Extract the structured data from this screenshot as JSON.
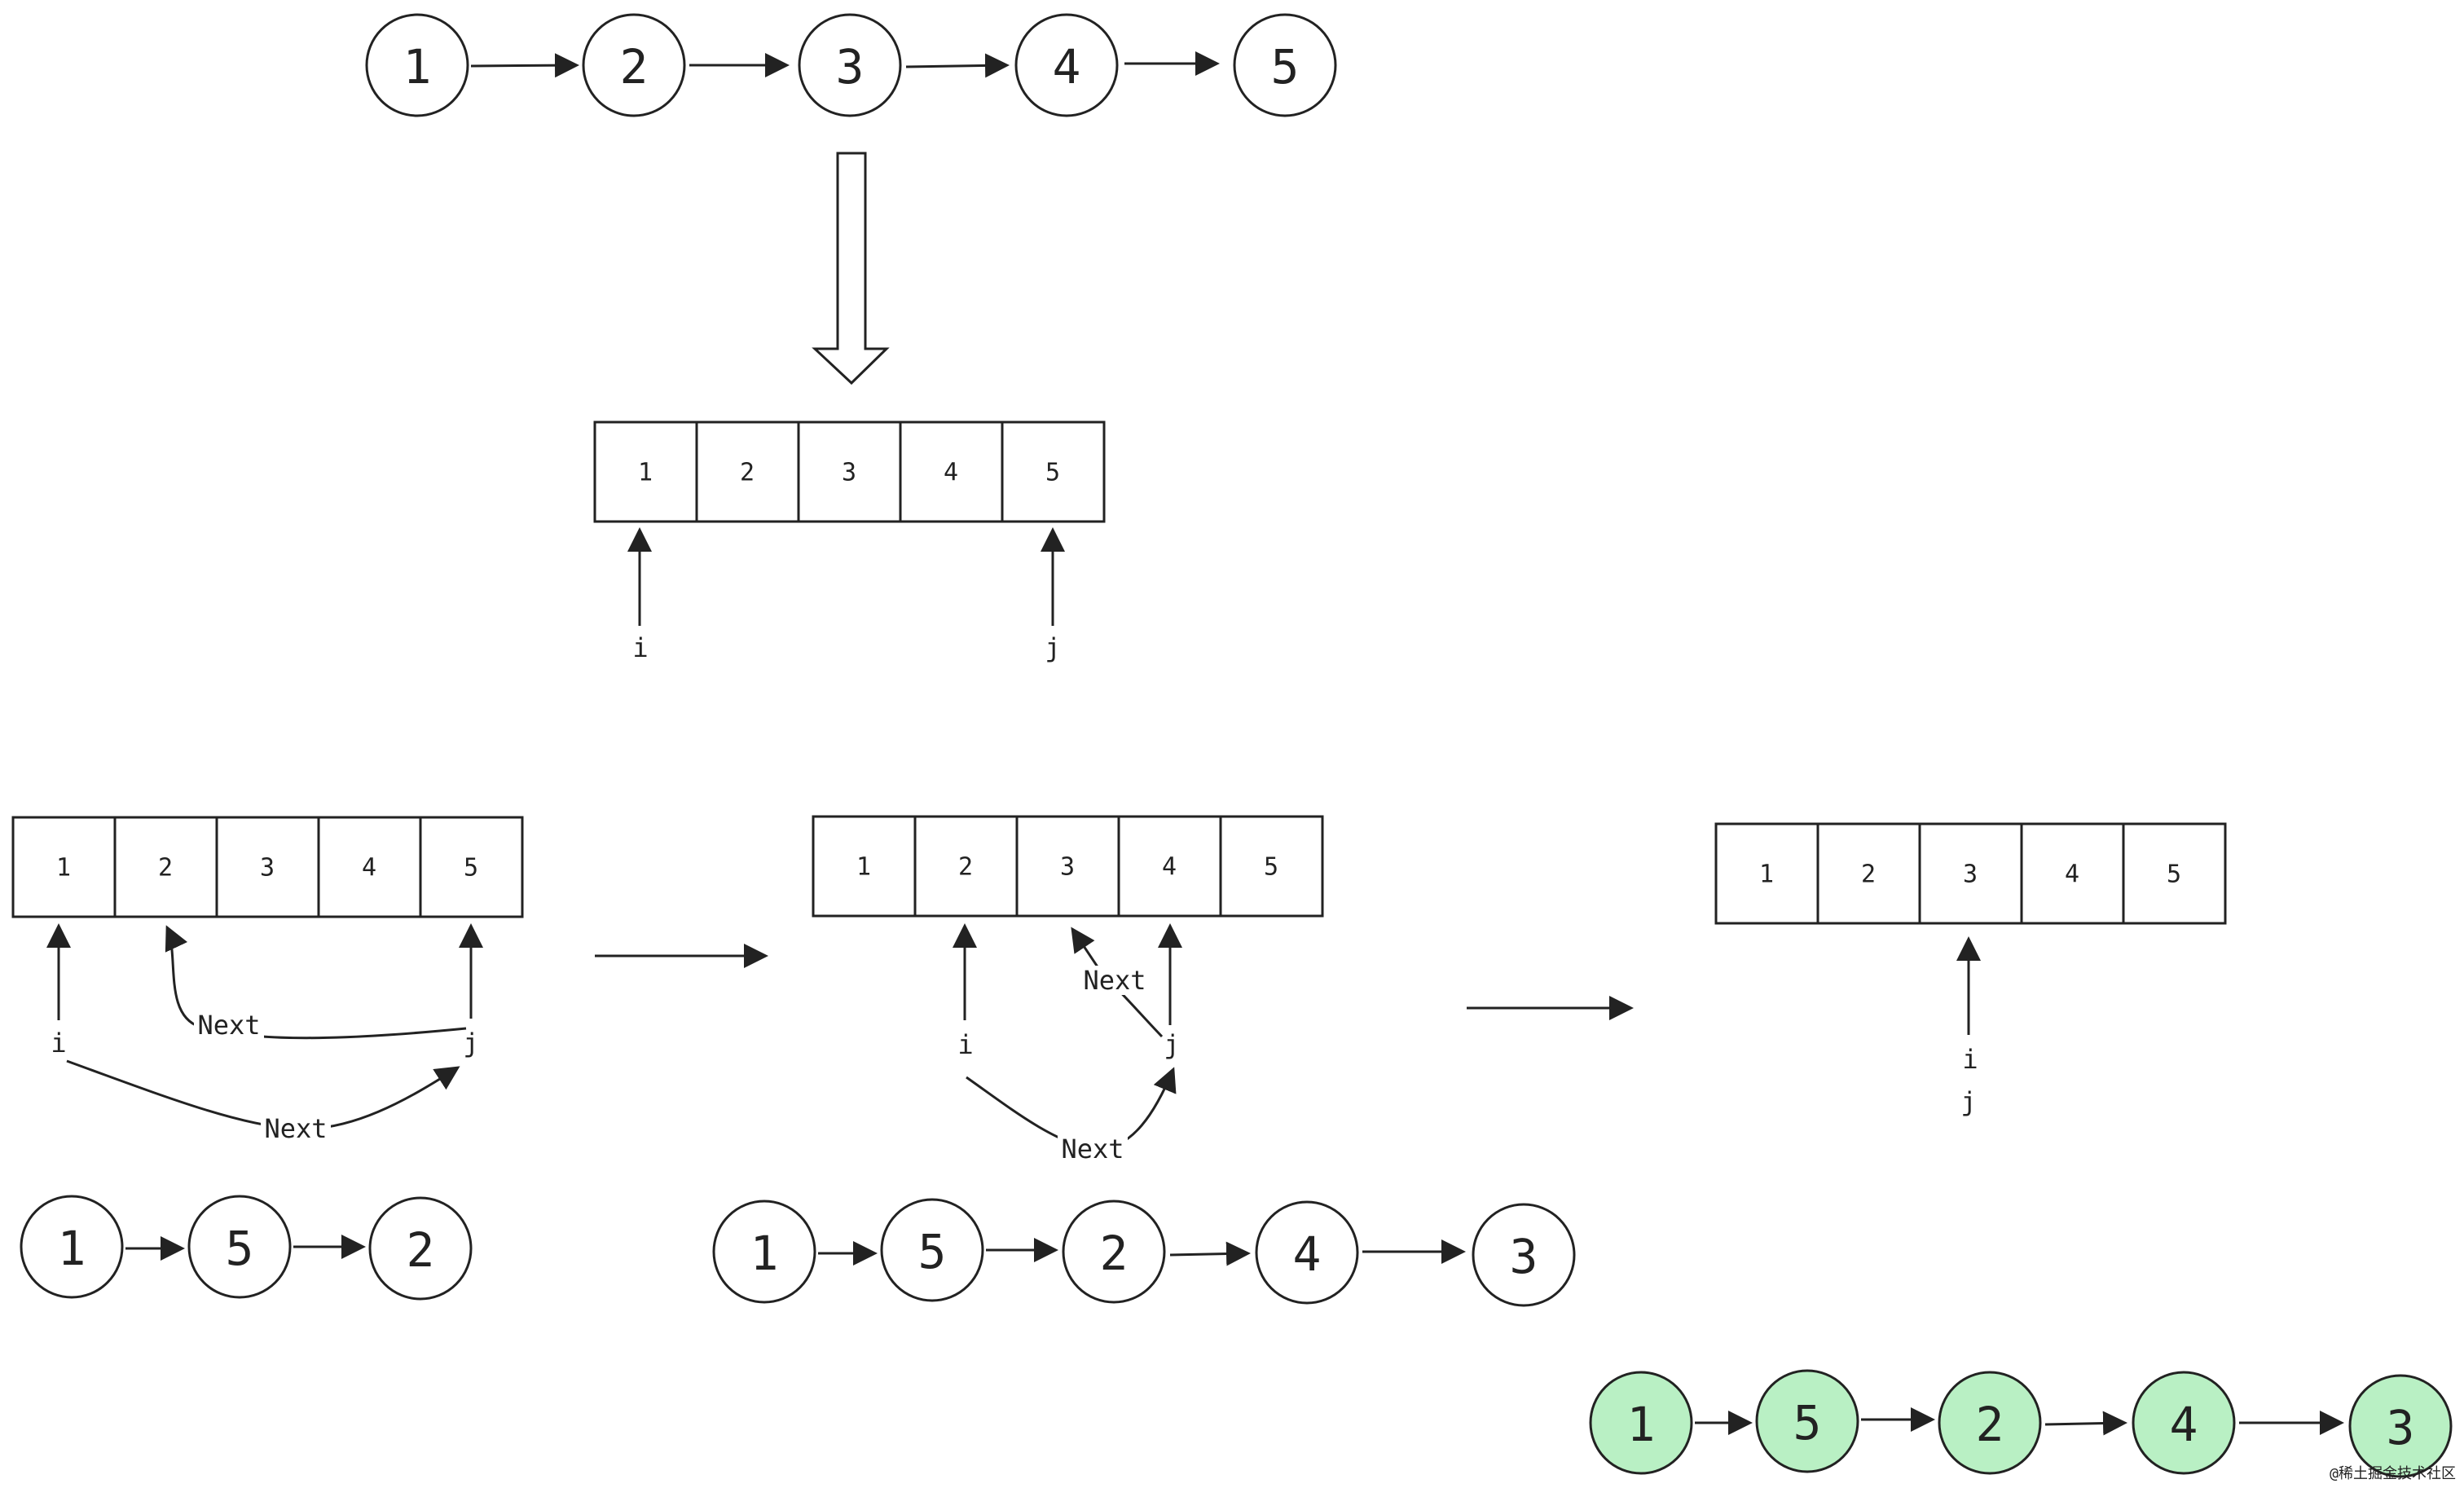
{
  "lists": [
    {
      "id": "original",
      "nodes": [
        "1",
        "2",
        "3",
        "4",
        "5"
      ]
    },
    {
      "id": "step1",
      "nodes": [
        "1",
        "5",
        "2"
      ]
    },
    {
      "id": "step2",
      "nodes": [
        "1",
        "5",
        "2",
        "4",
        "3"
      ]
    },
    {
      "id": "result",
      "nodes": [
        "1",
        "5",
        "2",
        "4",
        "3"
      ]
    }
  ],
  "arrays": [
    {
      "id": "array-initial",
      "cells": [
        "1",
        "2",
        "3",
        "4",
        "5"
      ]
    },
    {
      "id": "array-step1",
      "cells": [
        "1",
        "2",
        "3",
        "4",
        "5"
      ]
    },
    {
      "id": "array-step2",
      "cells": [
        "1",
        "2",
        "3",
        "4",
        "5"
      ]
    },
    {
      "id": "array-final",
      "cells": [
        "1",
        "2",
        "3",
        "4",
        "5"
      ]
    }
  ],
  "pointers": {
    "i": "i",
    "j": "j"
  },
  "next_label": "Next",
  "colors": {
    "stroke": "#222222",
    "highlight_fill": "#b9f0c4"
  },
  "watermark": "@稀土掘金技术社区"
}
